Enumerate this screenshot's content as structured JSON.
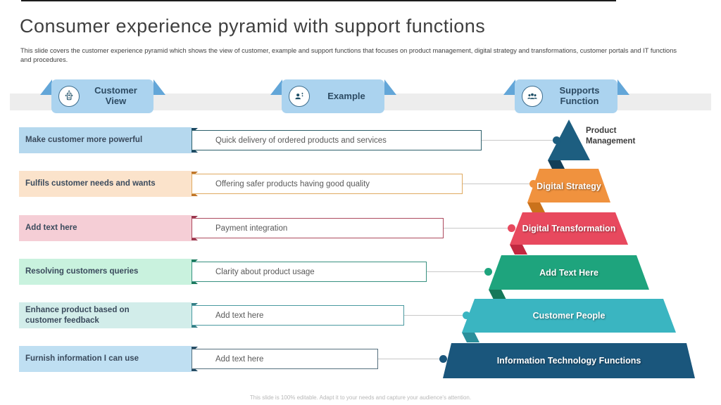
{
  "slide": {
    "title": "Consumer experience pyramid with support functions",
    "subtitle": "This slide covers the customer experience pyramid which shows the view of customer, example and support functions that focuses on product management, digital strategy and transformations, customer portals and IT functions\nand procedures.",
    "footer": "This slide is 100% editable. Adapt it to your needs and capture your audience's attention."
  },
  "tabs": [
    {
      "label": "Customer\nView",
      "icon": "customer-view-icon"
    },
    {
      "label": "Example",
      "icon": "example-person-icon"
    },
    {
      "label": "Supports\nFunction",
      "icon": "supports-group-icon"
    }
  ],
  "colors": {
    "tab_bg": "#abd3ef",
    "tab_fold": "#63a6d8",
    "band": "#ededed"
  },
  "rows": [
    {
      "view": "Make customer more powerful",
      "example": "Quick delivery of ordered products and services",
      "bg": "#b5d8ee",
      "accent": "#1d4a63",
      "border": "#2c5f6b"
    },
    {
      "view": "Fulfils customer needs and wants",
      "example": "Offering safer products having good quality",
      "bg": "#fbe3cb",
      "accent": "#c0762a",
      "border": "#dfaa60"
    },
    {
      "view": "Add text here",
      "example": "Payment integration",
      "bg": "#f5ced6",
      "accent": "#9c3950",
      "border": "#ad4a5e"
    },
    {
      "view": "Resolving customers queries",
      "example": "Clarity about product usage",
      "bg": "#c9f2de",
      "accent": "#1d7a5f",
      "border": "#379080"
    },
    {
      "view": "Enhance product based on\ncustomer feedback",
      "example": "Add text here",
      "bg": "#d2edea",
      "accent": "#357f86",
      "border": "#4a99a0"
    },
    {
      "view": "Furnish information I can use",
      "example": "Add text here",
      "bg": "#bfdff2",
      "accent": "#274e66",
      "border": "#56707e"
    }
  ],
  "pyramid": {
    "levels": [
      {
        "label": "Product\nManagement",
        "color": "#1d5e80"
      },
      {
        "label": "Digital Strategy",
        "color": "#f0923e"
      },
      {
        "label": "Digital Transformation",
        "color": "#e8495e"
      },
      {
        "label": "Add Text Here",
        "color": "#1ea47d"
      },
      {
        "label": "Customer People",
        "color": "#3ab5c1"
      },
      {
        "label": "Information Technology Functions",
        "color": "#1a567c"
      }
    ]
  }
}
